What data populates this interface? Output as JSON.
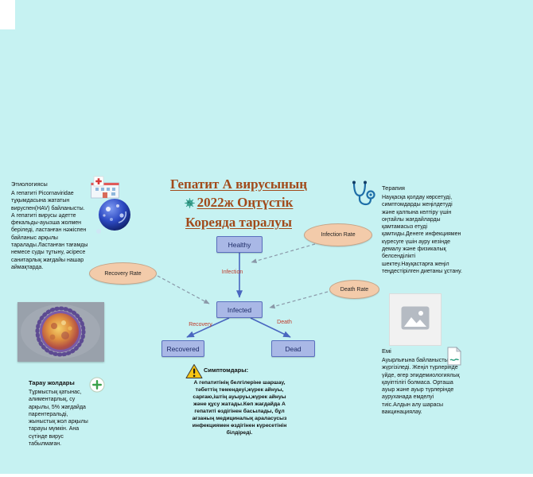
{
  "colors": {
    "bg": "#c6f2f2",
    "title": "#a14a1a",
    "node-fill": "#a9b8e6",
    "node-border": "#5a6fbe",
    "node-text": "#1c2a66",
    "oval-fill": "#f3cbaa",
    "oval-border": "#c4a488",
    "edge-label": "#c03a2a",
    "arrow-solid": "#4a67c0",
    "arrow-dashed": "#8a98a8",
    "text": "#111111"
  },
  "title": {
    "lines": [
      "Гепатит А вирусының",
      "2022ж Оңтүстік",
      "Кореяда таралуы"
    ]
  },
  "flowchart": {
    "nodes": {
      "healthy": "Healthy",
      "infected": "Infected",
      "recovered": "Recovered",
      "dead": "Dead"
    },
    "edges": {
      "infection": "Infection",
      "recovery": "Recovery",
      "death": "Death"
    },
    "rates": {
      "infection_rate": "Infection Rate",
      "recovery_rate": "Recovery Rate",
      "death_rate": "Death Rate"
    }
  },
  "etiology": {
    "heading": "Этиологиясы",
    "body": "А гепатиті Picornaviridae тұқымдасына жататын вируспен(HAV) байланысты. А гепатиті вирусы әдетте фекальды-ауызша жолмен беріледі, ластанған нәжіспен байланыс арқылы таралады.Ластанған тағамды немесе суды тұтыну, әсіресе санитарлық жағдайы нашар аймақтарда."
  },
  "therapy": {
    "heading": "Терапия",
    "body": "Науқасқа қолдау көрсетуді, симптомдарды жеңілдетуді және қалпына келтіру үшін оңтайлы жағдайларды қамтамасыз етуді қамтиды.Денеге инфекциямен күресуге үшін ауру кезінде демалу және физикалық белсенділікті шектеу.Науқастарға жеңіл теңдестірілген диетаны ұстану."
  },
  "transmission": {
    "heading": "Тарау жолдары",
    "body": "Тұрмыстық қатынас, алиментарлық, су арқылы, 5% жағдайда парентеральді, жыныстық жол арқылы тарауы мүмкін. Ана сүтінде вирус табылмаған."
  },
  "treatment": {
    "heading": "Емі",
    "body": "Ауырлығына байланысты жүргізіледі. Жеңіл түрлерінде үйде, өгер эпидемиологиялық қауіптілігі болмаса. Орташа ауыр және ауыр түрлерінде ауруханада емделуі тиіс.Алдын алу шарасы вакцинациялау."
  },
  "symptoms": {
    "heading": "Симптомдары:",
    "body": "А гепатитінің белгілеріне шаршау, тәбеттің төмендеуі,жүрек айнуы, сарғаю,іштің ауыруы,жүрек айнуы және құсу жатады.Көп жағдайда А гепатиті өздігінен басылады, бұл ағзаның медициналық араласусыз инфекциямен өздігінен күресетінін білдіреді."
  },
  "icon_names": [
    "microbe-icon",
    "hospital-icon",
    "virus-globe-icon",
    "stethoscope-icon",
    "virus-micrograph-image",
    "image-placeholder-icon",
    "add-icon",
    "warning-icon",
    "document-icon"
  ]
}
